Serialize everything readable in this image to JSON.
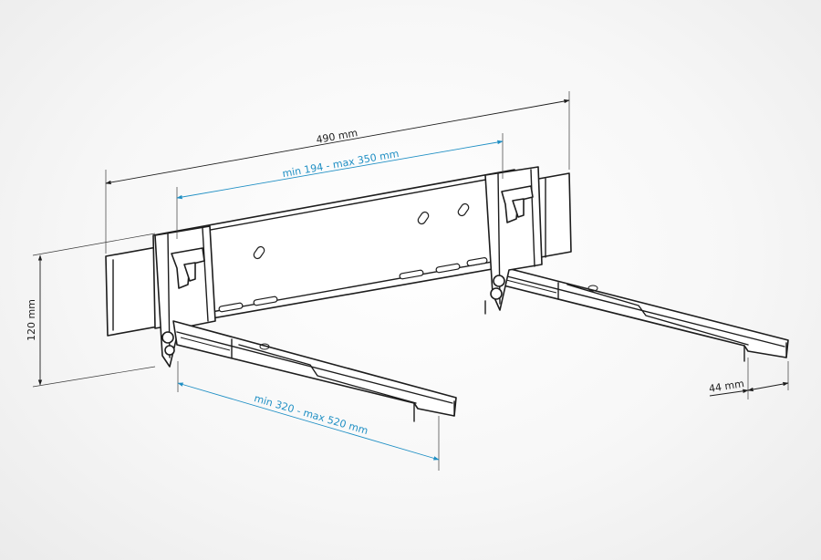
{
  "colors": {
    "line": "#1d1d1d",
    "accent": "#1f8fc4"
  },
  "dimensions": {
    "overall_width": "490 mm",
    "rail_adjust": "min 194 - max 350 mm",
    "height": "120 mm",
    "arm_length": "min 320 - max 520 mm",
    "arm_width": "44 mm"
  }
}
